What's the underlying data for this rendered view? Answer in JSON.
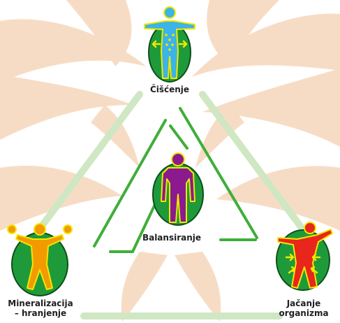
{
  "colors": {
    "leaf": "#f7dcc5",
    "triangle_outer": "#cfe7c2",
    "triangle_inner": "#3fae3a",
    "oval_fill": "#1f9a3a",
    "oval_stroke": "#0d4f1a",
    "figure_outline": "#f2e700",
    "figure_top": "#3cb4e6",
    "figure_center": "#8b1a8f",
    "figure_left": "#f29a00",
    "figure_right": "#e8261b",
    "label_text": "#1f1f1f"
  },
  "labels": {
    "top": "Čišćenje",
    "center": "Balansiranje",
    "left_line1": "Mineralizacija",
    "left_line2": "– hranjenje",
    "right_line1": "Jačanje",
    "right_line2": "organizma"
  }
}
